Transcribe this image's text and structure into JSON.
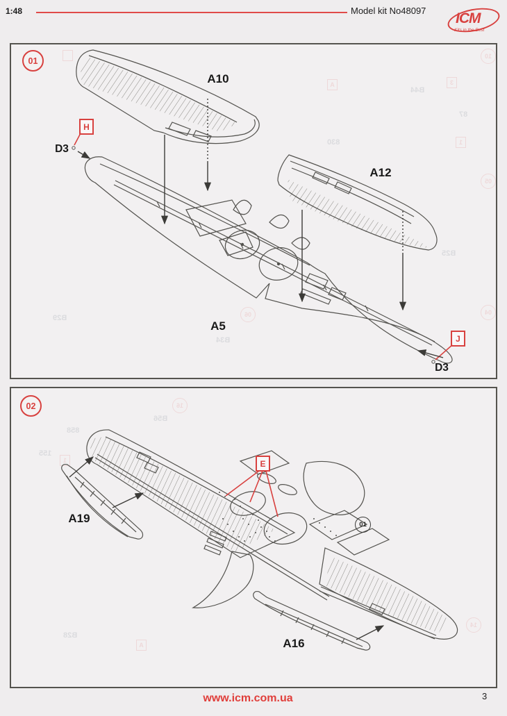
{
  "header": {
    "scale": "1:48",
    "kit_number": "Model kit No48097",
    "logo_text": "ICM",
    "logo_tagline": "Kits in the Best"
  },
  "step1": {
    "badge": "01",
    "a10": "A10",
    "a12": "A12",
    "a5": "A5",
    "d3_left": "D3",
    "d3_right": "D3",
    "h": "H",
    "j": "J"
  },
  "step2": {
    "badge": "02",
    "a19": "A19",
    "a16": "A16",
    "e": "E",
    "ref": "01"
  },
  "footer": {
    "website": "www.icm.com.ua",
    "page": "3"
  },
  "colors": {
    "accent_red": "#d8413f",
    "line_art": "#53524e",
    "label_text": "#191919",
    "page_background": "#efedee"
  },
  "ghosts": {
    "g1": "",
    "g2": "10",
    "g3": "A",
    "g4": "3",
    "g5": "B44",
    "g6": "87",
    "g7": "1",
    "g8": "830",
    "g9": "05",
    "g10": "B25",
    "g11": "06",
    "g12": "B29",
    "g13": "B34",
    "g14": "04",
    "h1": "16",
    "h2": "858",
    "h3": "155",
    "h4": "1",
    "h5": "B56",
    "h6": "B28",
    "h7": "A",
    "h8": "14"
  }
}
